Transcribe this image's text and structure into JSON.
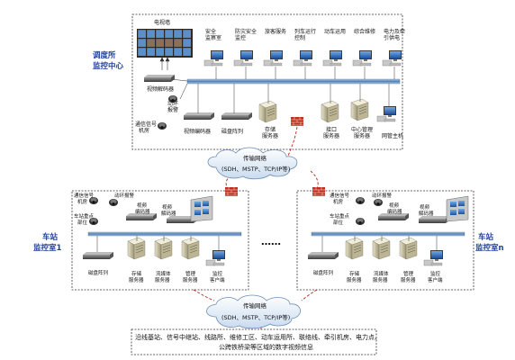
{
  "control_center": {
    "label_line1": "调度所",
    "label_line2": "监控中心",
    "tv_wall": "电视墙",
    "video_decoder": "视频解码器",
    "alarm_line1": "动环",
    "alarm_line2": "报警",
    "signal_room_line1": "通信信号",
    "signal_room_line2": "机房",
    "video_encoder": "视频编码器",
    "disk_array": "磁盘阵列",
    "storage_server_line1": "存储",
    "storage_server_line2": "服务器",
    "interface_server_line1": "接口",
    "interface_server_line2": "服务器",
    "central_mgmt_line1": "中心管理",
    "central_mgmt_line2": "服务器",
    "netmgmt_host": "网管主机",
    "clients": [
      {
        "line1": "安全",
        "line2": "监察室"
      },
      {
        "line1": "防灾安全",
        "line2": "监控"
      },
      {
        "line1": "旅客服务",
        "line2": ""
      },
      {
        "line1": "列车运行",
        "line2": "控制"
      },
      {
        "line1": "动车运用",
        "line2": ""
      },
      {
        "line1": "综合维修",
        "line2": ""
      },
      {
        "line1": "电力及牵",
        "line2": "引供电"
      }
    ]
  },
  "network_top": {
    "title": "传输网络",
    "protocols": "(SDH、MSTP、TCP/IP等)"
  },
  "network_bottom": {
    "title": "传输网络",
    "protocols": "(SDH、MSTP、TCP/IP等)"
  },
  "station_left": {
    "label_line1": "车站",
    "label_line2": "监控室1",
    "signal_room_line1": "通信信号",
    "signal_room_line2": "机房",
    "key_area_line1": "车站重点",
    "key_area_line2": "部位",
    "alarm": "动环报警",
    "video_encoder_line1": "视频",
    "video_encoder_line2": "编码器",
    "video_decoder_line1": "视频",
    "video_decoder_line2": "解码器",
    "disk_array": "磁盘阵列",
    "storage_line1": "存储",
    "storage_line2": "服务器",
    "stream_line1": "流媒体",
    "stream_line2": "服务器",
    "mgmt_line1": "管理",
    "mgmt_line2": "服务器",
    "client_line1": "监控",
    "client_line2": "客户端"
  },
  "station_right": {
    "label_line1": "车站",
    "label_line2": "监控室n",
    "signal_room_line1": "通信信号",
    "signal_room_line2": "机房",
    "key_area_line1": "车站重点",
    "key_area_line2": "部位",
    "alarm": "动环报警",
    "video_encoder_line1": "视频",
    "video_encoder_line2": "编码器",
    "video_decoder_line1": "视频",
    "video_decoder_line2": "解码器",
    "disk_array": "磁盘阵列",
    "storage_line1": "存储",
    "storage_line2": "服务器",
    "stream_line1": "流媒体",
    "stream_line2": "服务器",
    "mgmt_line1": "管理",
    "mgmt_line2": "服务器",
    "client_line1": "监控",
    "client_line2": "客户端"
  },
  "ellipsis": "……",
  "bottom_box": {
    "line1": "沿线基站、信号中继站、线路所、维修工区、动车运用所、联络线、牵引机房、电力点、",
    "line2": "公跨铁桥梁等区域的数字视频信息"
  }
}
